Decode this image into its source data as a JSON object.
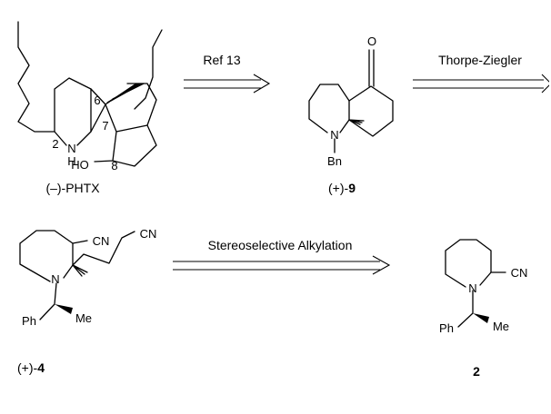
{
  "scheme": {
    "compounds": {
      "phtx": {
        "label": "(–)-PHTX",
        "atoms": {
          "n": "N",
          "h": "H",
          "ho": "HO",
          "c2": "2",
          "c6": "6",
          "c7": "7",
          "c8": "8"
        }
      },
      "c9": {
        "label_prefix": "(+)-",
        "label_number": "9",
        "atoms": {
          "o": "O",
          "n": "N",
          "bn": "Bn"
        }
      },
      "c4": {
        "label_prefix": "(+)-",
        "label_number": "4",
        "atoms": {
          "cn1": "CN",
          "cn2": "CN",
          "n": "N",
          "ph": "Ph",
          "me": "Me"
        }
      },
      "c2": {
        "label_number": "2",
        "atoms": {
          "n": "N",
          "cn": "CN",
          "ph": "Ph",
          "me": "Me"
        }
      }
    },
    "arrows": {
      "ref": {
        "label": "Ref 13"
      },
      "thorpe": {
        "label": "Thorpe-Ziegler"
      },
      "alkylation": {
        "label": "Stereoselective Alkylation"
      }
    }
  }
}
